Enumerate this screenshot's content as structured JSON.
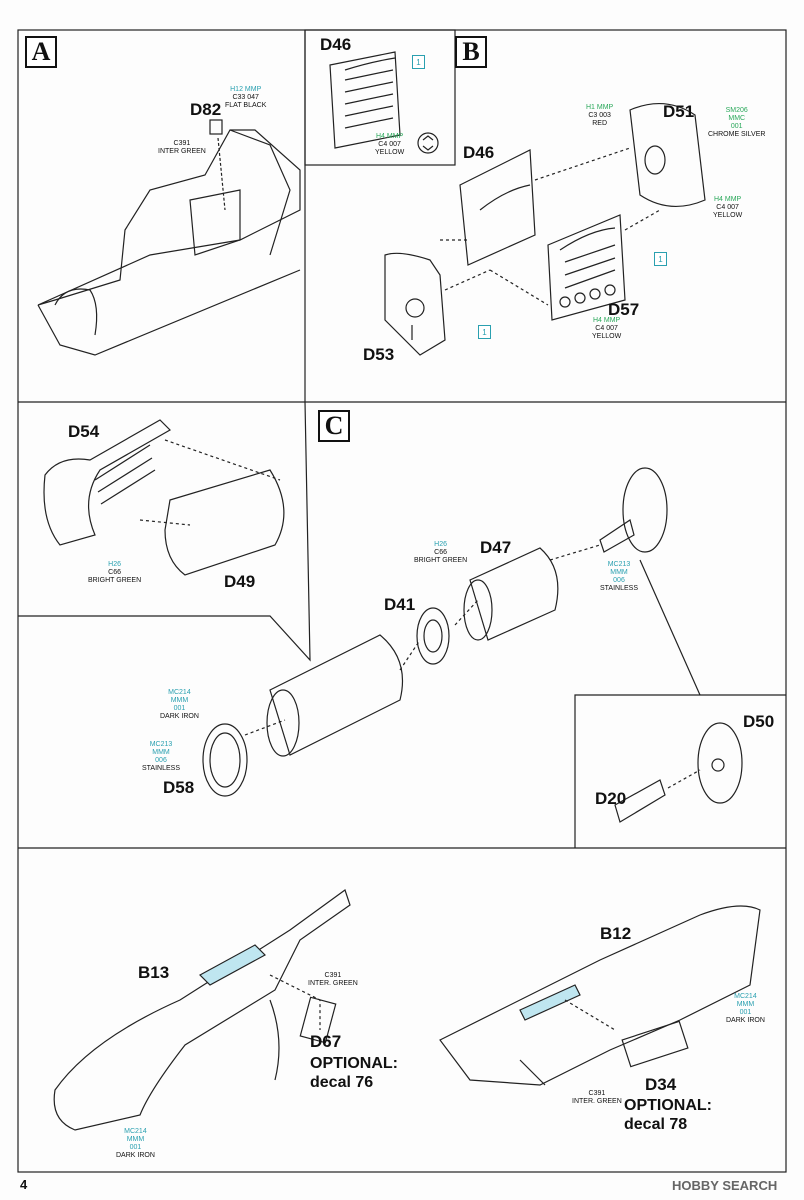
{
  "page_number": "4",
  "watermark": "HOBBY SEARCH",
  "sections": {
    "a": "A",
    "b": "B",
    "c": "C"
  },
  "parts": {
    "d82": "D82",
    "d46_top": "D46",
    "d46": "D46",
    "d51": "D51",
    "d57": "D57",
    "d53": "D53",
    "d54": "D54",
    "d49": "D49",
    "d47": "D47",
    "d41": "D41",
    "d58": "D58",
    "d50": "D50",
    "d20": "D20",
    "b13": "B13",
    "d67": "D67",
    "b12": "B12",
    "d34": "D34"
  },
  "steps": {
    "s1": "1",
    "s2": "1",
    "s3": "1"
  },
  "paints": {
    "flat_black": {
      "codes": "H12 MMP",
      "codes2": "C33 047",
      "name": "FLAT BLACK"
    },
    "inter_green_a": {
      "codes": "C391",
      "name": "INTER GREEN"
    },
    "yellow_d46": {
      "codes": "H4 MMP",
      "codes2": "C4 007",
      "name": "YELLOW"
    },
    "red": {
      "codes": "H1 MMP",
      "codes2": "C3 003",
      "name": "RED"
    },
    "chrome_silver": {
      "codes": "SM206",
      "codes2": "MMC",
      "codes3": "001",
      "name": "CHROME SILVER"
    },
    "yellow_d51": {
      "codes": "H4 MMP",
      "codes2": "C4 007",
      "name": "YELLOW"
    },
    "yellow_d57": {
      "codes": "H4 MMP",
      "codes2": "C4 007",
      "name": "YELLOW"
    },
    "bright_green_c": {
      "codes": "H26",
      "codes2": "C66",
      "name": "BRIGHT GREEN"
    },
    "bright_green_d": {
      "codes": "H26",
      "codes2": "C66",
      "name": "BRIGHT GREEN"
    },
    "stainless_d": {
      "codes": "MC213",
      "codes2": "MMM",
      "codes3": "006",
      "name": "STAINLESS"
    },
    "dark_iron_d": {
      "codes": "MC214",
      "codes2": "MMM",
      "codes3": "001",
      "name": "DARK IRON"
    },
    "stainless_d58": {
      "codes": "MC213",
      "codes2": "MMM",
      "codes3": "006",
      "name": "STAINLESS"
    },
    "inter_green_b13": {
      "codes": "C391",
      "name": "INTER. GREEN"
    },
    "dark_iron_b13": {
      "codes": "MC214",
      "codes2": "MMM",
      "codes3": "001",
      "name": "DARK IRON"
    },
    "dark_iron_b12": {
      "codes": "MC214",
      "codes2": "MMM",
      "codes3": "001",
      "name": "DARK IRON"
    },
    "inter_green_b12": {
      "codes": "C391",
      "name": "INTER. GREEN"
    }
  },
  "optional": {
    "d67_line1": "OPTIONAL:",
    "d67_line2": "decal 76",
    "d34_line1": "OPTIONAL:",
    "d34_line2": "decal 78"
  }
}
